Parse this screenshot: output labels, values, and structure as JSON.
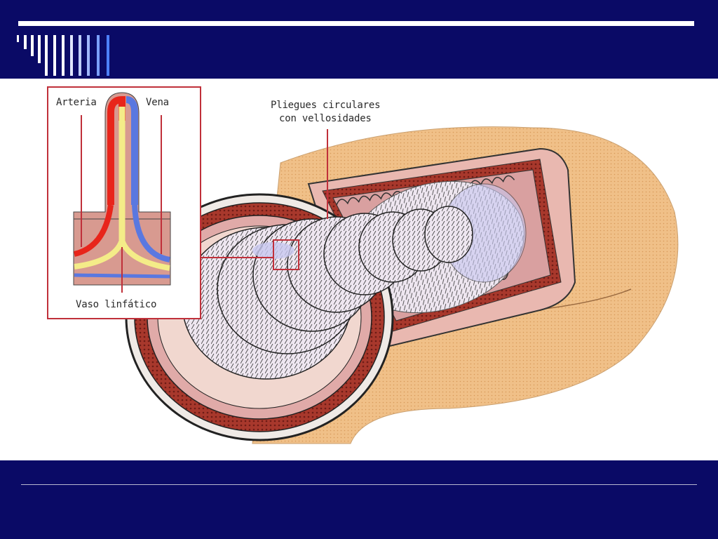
{
  "labels": {
    "artery": "Arteria",
    "vein": "Vena",
    "lymph": "Vaso linfático",
    "folds_line1": "Pliegues circulares",
    "folds_line2": "con vellosidades"
  },
  "colors": {
    "band": "#0a0a66",
    "artery": "#e8251b",
    "vein": "#5a78e0",
    "lymph": "#f4ec88",
    "skin": "#f0c088",
    "muscle": "#8b2a22",
    "mucosa": "#d8a0a0"
  }
}
